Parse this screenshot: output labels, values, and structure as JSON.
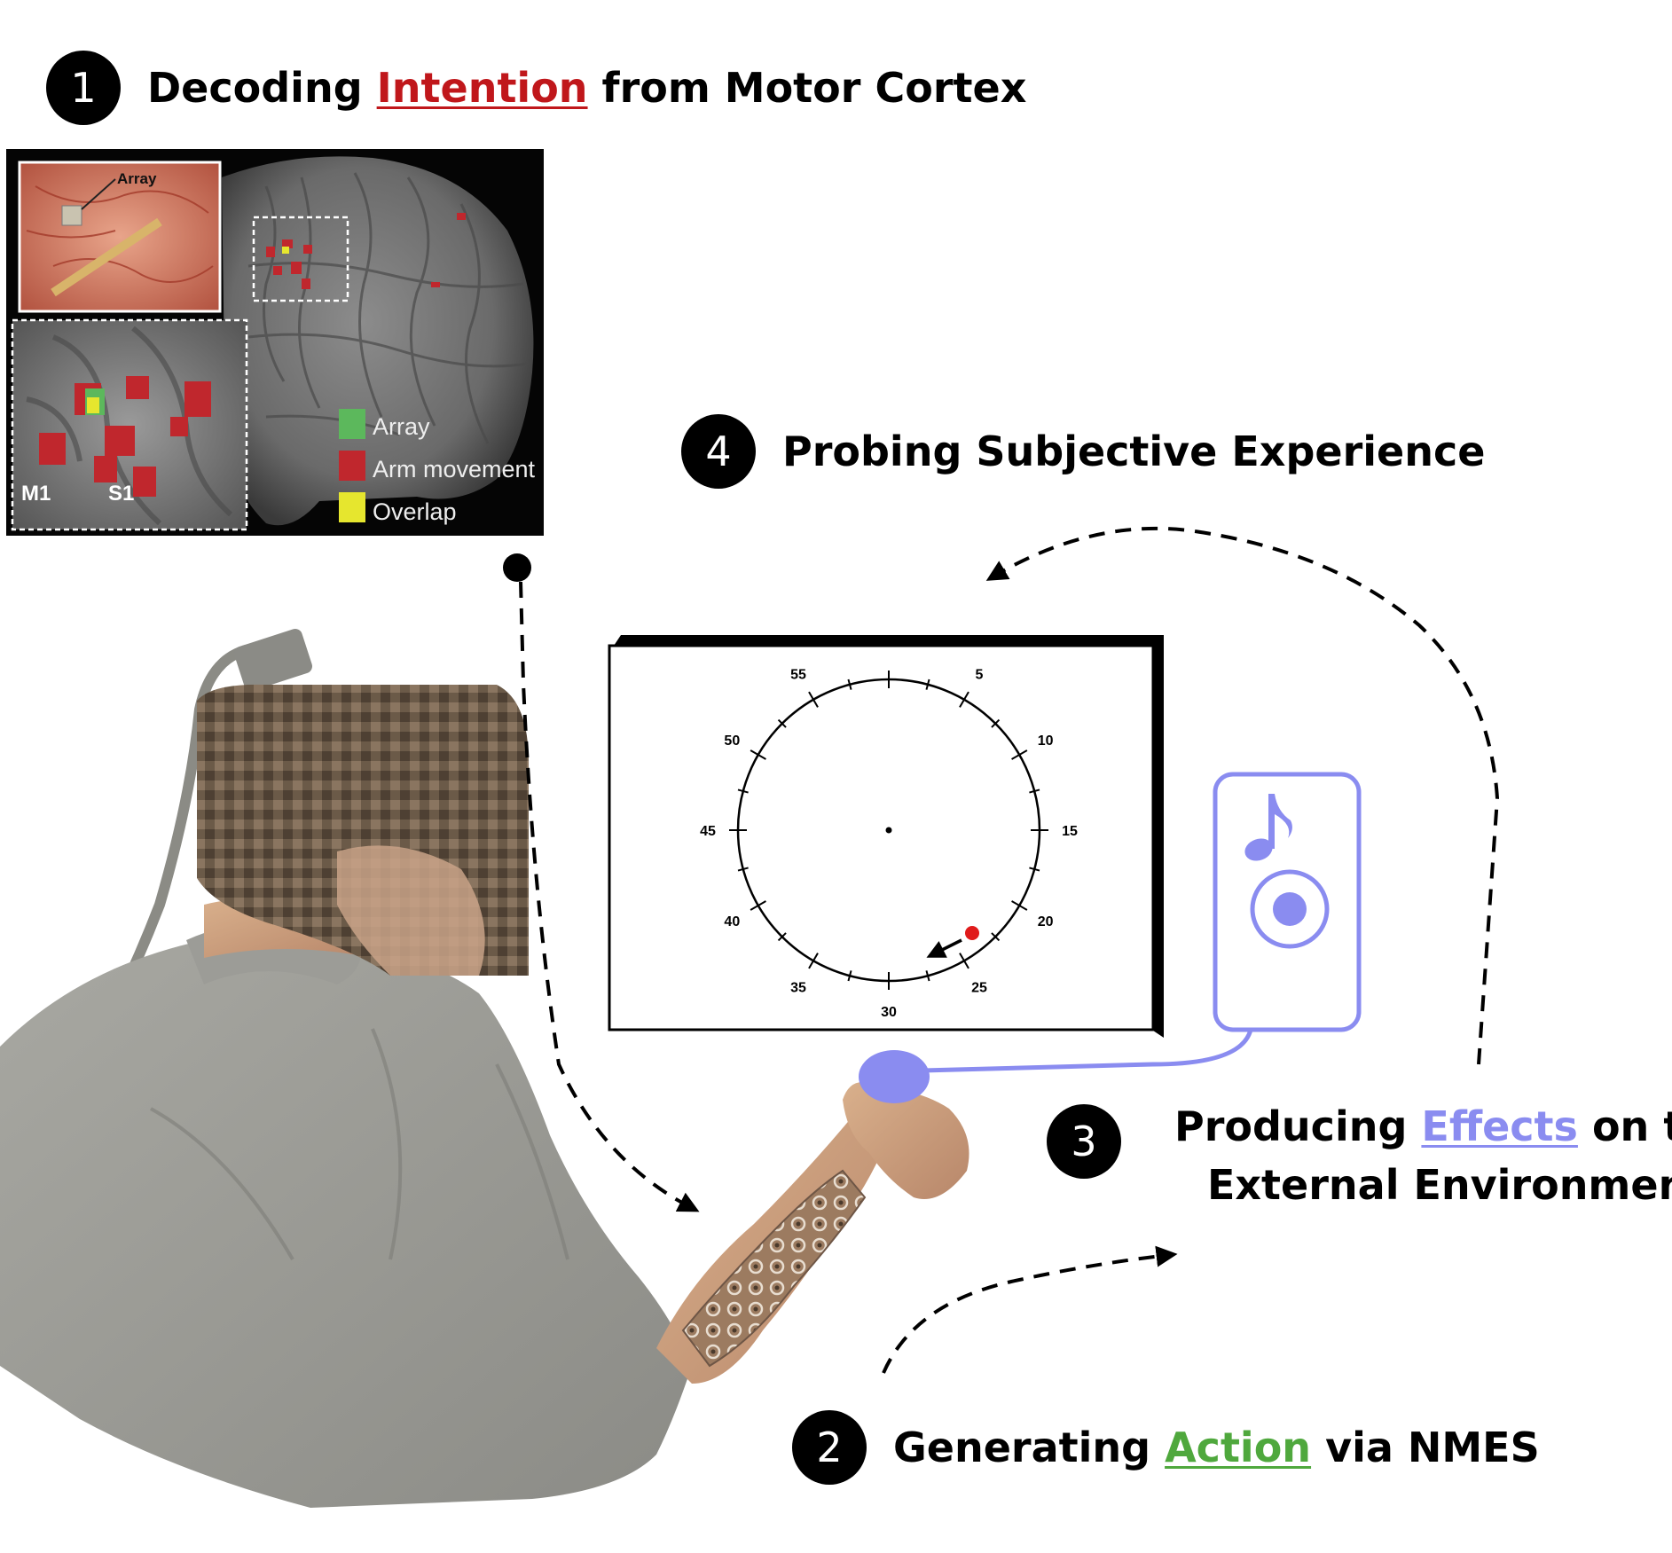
{
  "steps": {
    "step1": {
      "number": "1",
      "title_pre": "Decoding ",
      "title_keyword": "Intention",
      "title_post": " from Motor Cortex",
      "keyword_color": "#c0171b"
    },
    "step2": {
      "number": "2",
      "title_pre": "Generating ",
      "title_keyword": "Action",
      "title_post": " via NMES",
      "keyword_color": "#4fa83d"
    },
    "step3": {
      "number": "3",
      "title_pre": "Producing ",
      "title_keyword": "Effects",
      "title_post": " on the",
      "title_line2": "External Environment",
      "keyword_color": "#8a8cf0"
    },
    "step4": {
      "number": "4",
      "title": "Probing Subjective Experience"
    }
  },
  "brain_panel": {
    "array_callout": "Array",
    "region_labels": [
      "M1",
      "S1"
    ],
    "legend": [
      {
        "label": "Array",
        "color": "#5cb85c"
      },
      {
        "label": "Arm movement",
        "color": "#c0272d"
      },
      {
        "label": "Overlap",
        "color": "#e6e62e"
      }
    ]
  },
  "clock": {
    "labels": [
      "5",
      "10",
      "15",
      "20",
      "25",
      "30",
      "35",
      "40",
      "45",
      "50",
      "55"
    ],
    "dot_color": "#e01b1b"
  },
  "speaker": {
    "icon": "music-note-icon",
    "color": "#8a8cf0"
  },
  "photo": {
    "subject": "participant-with-nmes-sleeve",
    "face": "pixelated"
  }
}
